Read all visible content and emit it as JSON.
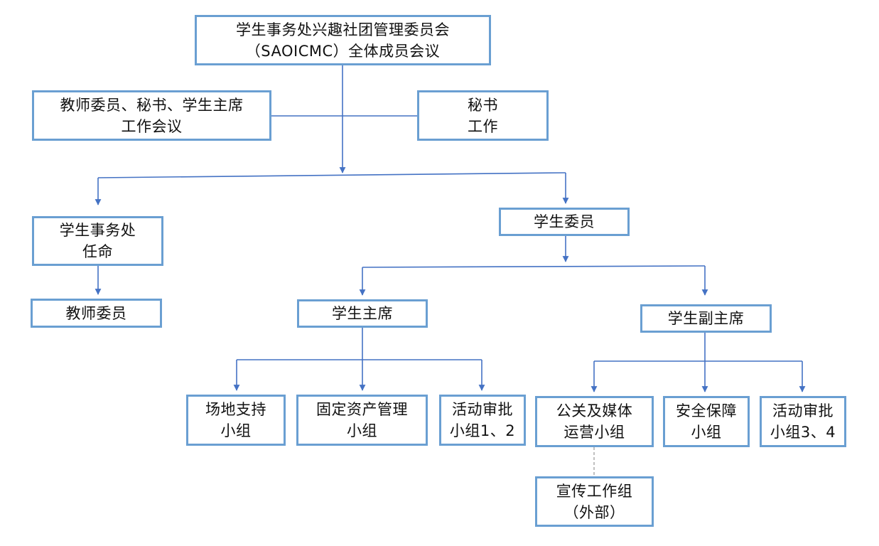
{
  "colors": {
    "box_border": "#6a9fd2",
    "connector": "#4472c4",
    "dashed_connector": "#a6a6a6",
    "text": "#111111",
    "background": "#ffffff"
  },
  "nodes": {
    "root": {
      "lines": [
        "学生事务处兴趣社团管理委员会",
        "（SAOICMC）全体成员会议"
      ]
    },
    "meeting": {
      "lines": [
        "教师委员、秘书、学生主席",
        "工作会议"
      ]
    },
    "secretary": {
      "lines": [
        "秘书",
        "工作"
      ]
    },
    "office": {
      "lines": [
        "学生事务处",
        "任命"
      ]
    },
    "teacher": {
      "lines": [
        "教师委员"
      ]
    },
    "student": {
      "lines": [
        "学生委员"
      ]
    },
    "president": {
      "lines": [
        "学生主席"
      ]
    },
    "vice": {
      "lines": [
        "学生副主席"
      ]
    },
    "venue": {
      "lines": [
        "场地支持",
        "小组"
      ]
    },
    "assets": {
      "lines": [
        "固定资产管理",
        "小组"
      ]
    },
    "approval12": {
      "lines": [
        "活动审批",
        "小组1、2"
      ]
    },
    "pr": {
      "lines": [
        "公关及媒体",
        "运营小组"
      ]
    },
    "safety": {
      "lines": [
        "安全保障",
        "小组"
      ]
    },
    "approval34": {
      "lines": [
        "活动审批",
        "小组3、4"
      ]
    },
    "publicity": {
      "lines": [
        "宣传工作组",
        "（外部）"
      ]
    }
  }
}
